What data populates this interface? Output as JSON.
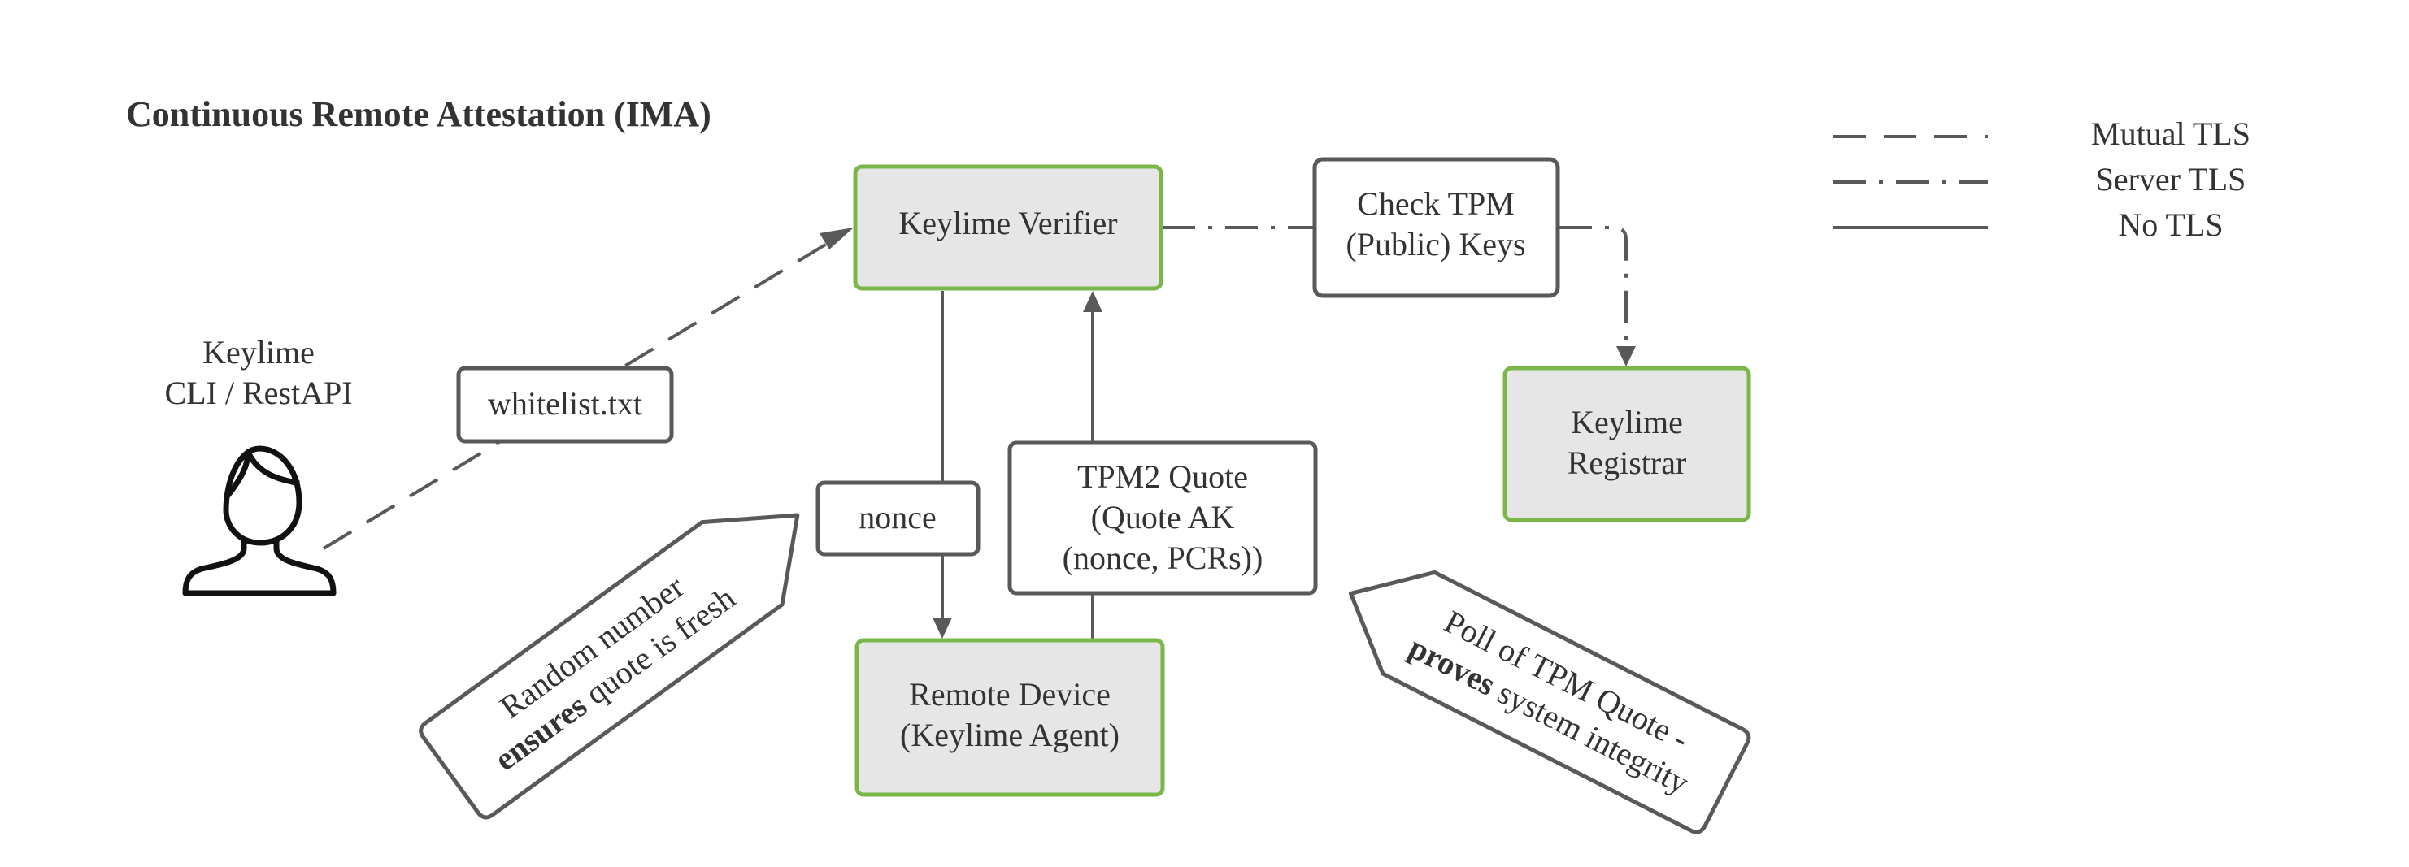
{
  "title": "Continuous Remote Attestation (IMA)",
  "legend": {
    "mutual_tls": "Mutual TLS",
    "server_tls": "Server TLS",
    "no_tls": "No TLS"
  },
  "nodes": {
    "verifier": "Keylime Verifier",
    "check_keys": [
      "Check TPM",
      "(Public) Keys"
    ],
    "registrar": [
      "Keylime",
      "Registrar"
    ],
    "cli": [
      "Keylime",
      "CLI / RestAPI"
    ],
    "whitelist": "whitelist.txt",
    "nonce": "nonce",
    "quote": [
      "TPM2 Quote",
      "(Quote AK",
      "(nonce, PCRs))"
    ],
    "device": [
      "Remote Device",
      "(Keylime Agent)"
    ]
  },
  "callouts": {
    "random": {
      "line1": "Random number",
      "line2_bold": "ensures",
      "line2_rest": " quote is fresh"
    },
    "poll": {
      "line1": "Poll of TPM Quote -",
      "line2_bold": "proves",
      "line2_rest": " system integrity"
    }
  },
  "colors": {
    "node_border_accent": "#7ab648",
    "node_fill": "#e6e6e6",
    "stroke": "#595959",
    "text": "#333333"
  },
  "icons": [
    "user-icon"
  ]
}
